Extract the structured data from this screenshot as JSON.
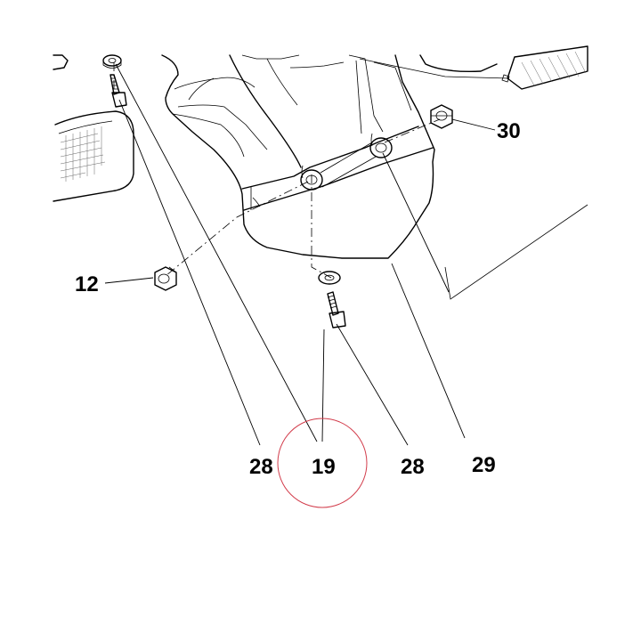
{
  "diagram": {
    "callouts": [
      {
        "id": "c30",
        "label": "30"
      },
      {
        "id": "c12",
        "label": "12"
      },
      {
        "id": "c28a",
        "label": "28"
      },
      {
        "id": "c19",
        "label": "19"
      },
      {
        "id": "c28b",
        "label": "28"
      },
      {
        "id": "c29",
        "label": "29"
      }
    ],
    "highlighted_callout": "19",
    "colors": {
      "line": "#000000",
      "highlight_circle": "#d23c4b",
      "background": "#ffffff"
    }
  }
}
